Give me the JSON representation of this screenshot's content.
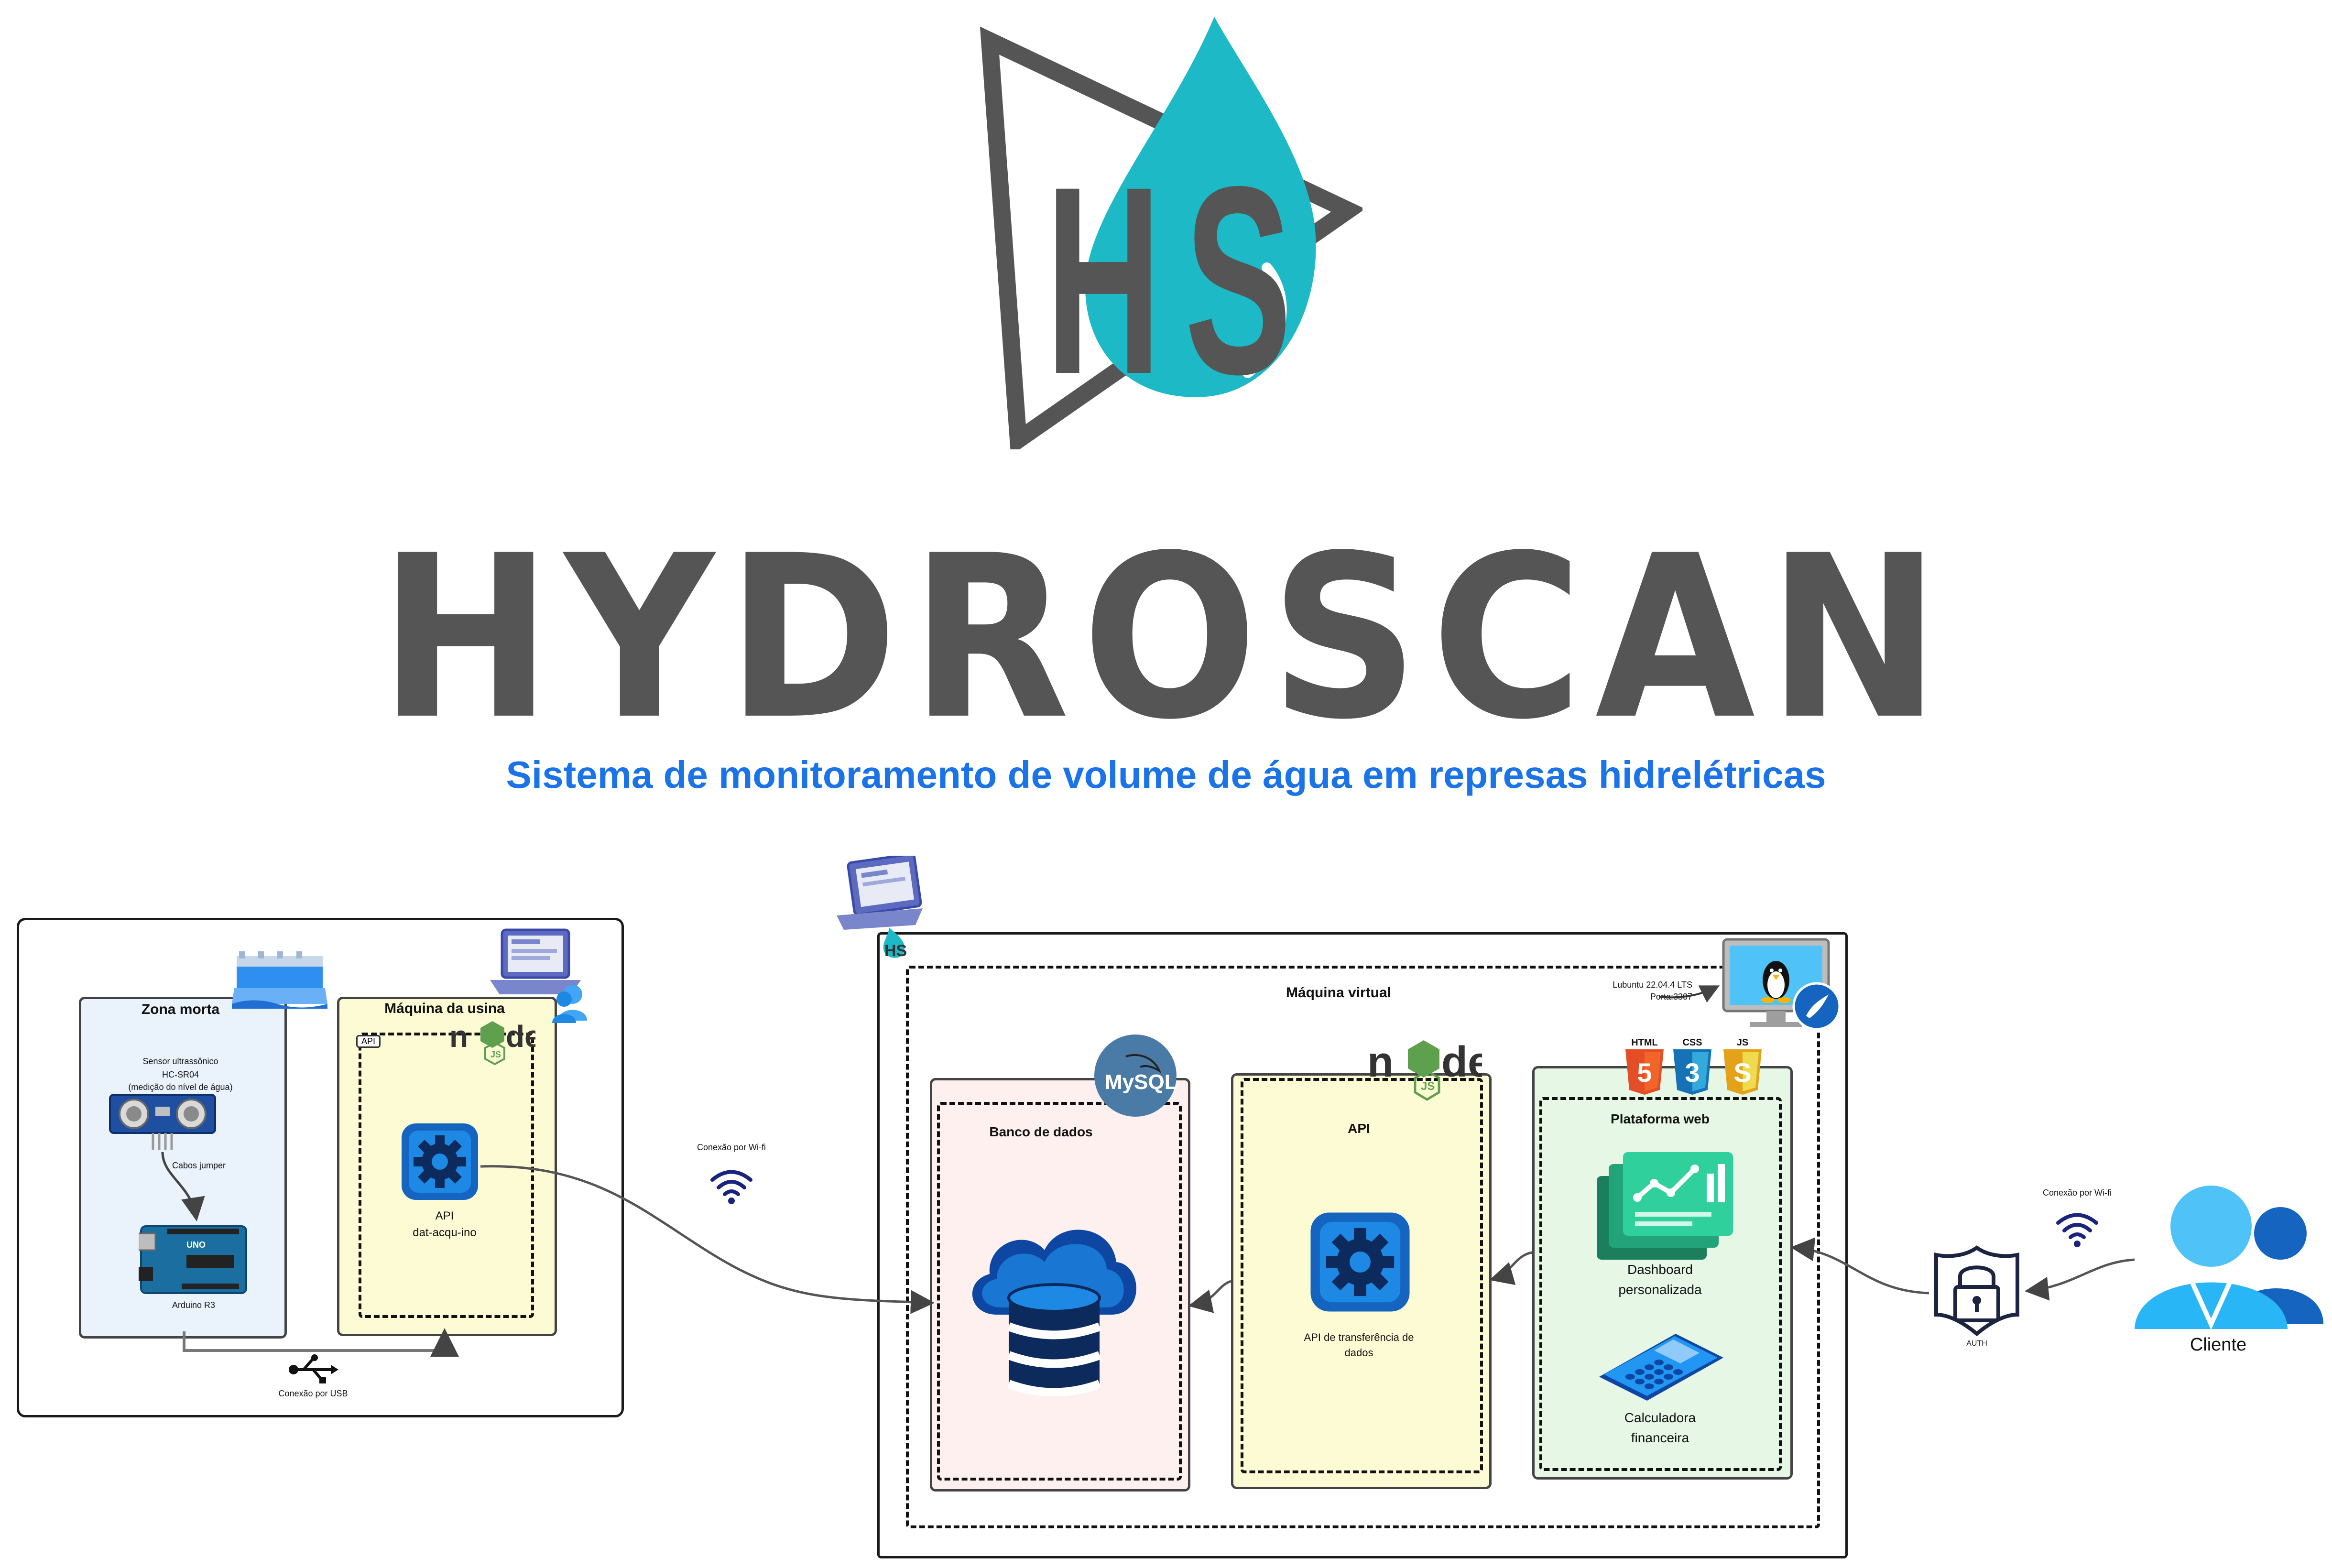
{
  "brand": {
    "logo_letters": "HS",
    "name": "HYDROSCAN",
    "subtitle": "Sistema de monitoramento de volume de água em represas hidrelétricas"
  },
  "colors": {
    "accent": "#1a73e8",
    "logo_gray": "#555555",
    "logo_teal": "#1eb9c6",
    "zona_morta_bg": "#eaf2fc",
    "api_bg": "#fdfbd4",
    "banco_bg": "#fdf0ef",
    "web_bg": "#e6f7e6"
  },
  "left_system": {
    "zona_morta": {
      "title": "Zona morta",
      "sensor_label_1": "Sensor ultrassônico",
      "sensor_label_2": "HC-SR04",
      "sensor_label_3": "(medição do nível de água)",
      "cable_label": "Cabos jumper",
      "board_label": "Arduino R3"
    },
    "maquina_usina": {
      "title": "Máquina da usina",
      "tag": "API",
      "api_label_1": "API",
      "api_label_2": "dat-acqu-ino"
    },
    "usb_label": "Conexão por  USB"
  },
  "wifi_left_label": "Conexão por Wi-fi",
  "wifi_right_label": "Conexão por Wi-fi",
  "right_system": {
    "maquina_virtual": {
      "title": "Máquina virtual",
      "os_label_1": "Lubuntu 22.04.4 LTS",
      "os_label_2": "Porta:3307"
    },
    "banco": {
      "title": "Banco de dados",
      "badge": "MySQL"
    },
    "api": {
      "title": "API",
      "caption_1": "API de transferência de",
      "caption_2": "dados"
    },
    "web": {
      "title": "Plataforma web",
      "html_label": "HTML",
      "css_label": "CSS",
      "js_label": "JS",
      "dashboard_1": "Dashboard",
      "dashboard_2": "personalizada",
      "calc_1": "Calculadora",
      "calc_2": "financeira"
    }
  },
  "auth_label": "AUTH",
  "client_label": "Cliente",
  "icons": [
    "logo-drop-icon",
    "dam-icon",
    "laptop-user-icon",
    "sensor-icon",
    "arduino-icon",
    "gear-api-icon",
    "usb-icon",
    "wifi-icon",
    "laptop-hs-icon",
    "linux-monitor-icon",
    "mysql-icon",
    "nodejs-icon",
    "database-cloud-icon",
    "html5-icon",
    "css3-icon",
    "js-icon",
    "dashboard-icon",
    "calculator-icon",
    "lock-shield-icon",
    "users-icon"
  ]
}
